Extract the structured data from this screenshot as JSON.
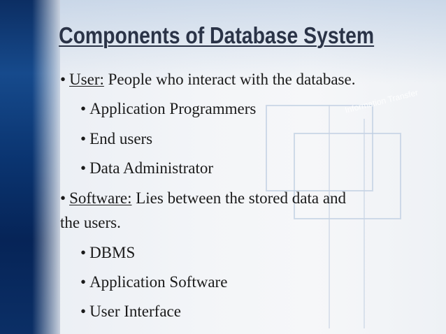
{
  "slide": {
    "title": "Components of Database System",
    "items": [
      {
        "bullet": "•",
        "term": "User:",
        "text": " People who interact with the database."
      },
      {
        "bullet": "•",
        "text": "Application Programmers"
      },
      {
        "bullet": "•",
        "text": "End users"
      },
      {
        "bullet": "•",
        "text": "Data Administrator"
      },
      {
        "bullet": "•",
        "term": "Software:",
        "text": " Lies between the stored data and",
        "continuation": "the users."
      },
      {
        "bullet": "•",
        "text": "DBMS"
      },
      {
        "bullet": "•",
        "text": "Application Software"
      },
      {
        "bullet": "•",
        "text": "User Interface"
      }
    ],
    "background_text": "Information Transfer"
  },
  "colors": {
    "title": "#2a3347",
    "band": "#0c2e63",
    "text": "#1a1a1a"
  }
}
